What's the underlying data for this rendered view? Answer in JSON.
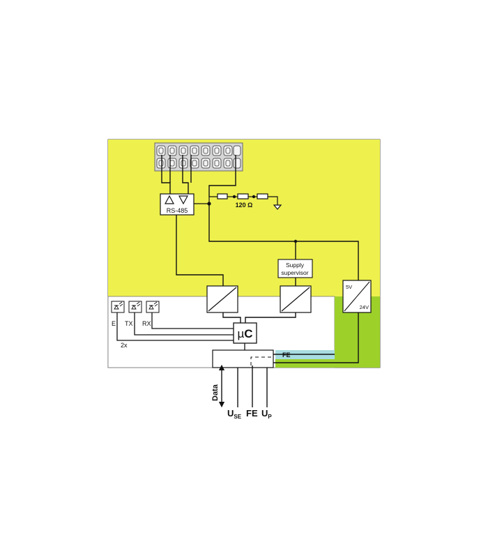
{
  "colors": {
    "yellow_zone": "#EEF04E",
    "green_zone": "#9DD12A",
    "fe_bar": "#A8DDE1",
    "line": "#111111"
  },
  "labels": {
    "rs485": "RS-485",
    "resistor": "120 Ω",
    "supervisor_1": "Supply",
    "supervisor_2": "supervisor",
    "dcdc_in": "5V",
    "dcdc_out": "24V",
    "mcu_prefix": "µ",
    "mcu_suffix": "C",
    "led_e": "E",
    "led_tx": "TX",
    "led_rx": "RX",
    "count": "2x",
    "fe_bar": "FE",
    "data": "Data",
    "use_main": "U",
    "use_sub": "SE",
    "fe_main": "FE",
    "up_main": "U",
    "up_sub": "P"
  }
}
